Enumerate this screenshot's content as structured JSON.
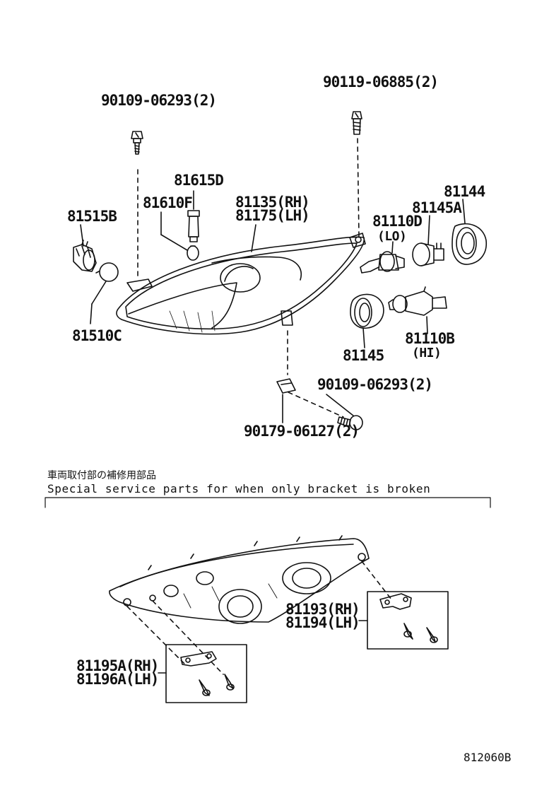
{
  "labels": {
    "bolt_top_left": "90109-06293(2)",
    "bolt_top_right": "90119-06885(2)",
    "bulb_81615d": "81615D",
    "socket_81610f": "81610F",
    "unit_rh": "81135(RH)",
    "unit_lh": "81175(LH)",
    "socket_81515b": "81515B",
    "bulb_81510c": "81510C",
    "cover_81144": "81144",
    "cap_81145a": "81145A",
    "bulb_lo_code": "81110D",
    "bulb_lo_note": "(LO)",
    "cover_81145": "81145",
    "bulb_hi_code": "81110B",
    "bulb_hi_note": "(HI)",
    "bolt_lower": "90109-06293(2)",
    "nut_lower": "90179-06127(2)",
    "bracket_upper_rh": "81193(RH)",
    "bracket_upper_lh": "81194(LH)",
    "bracket_lower_rh": "81195A(RH)",
    "bracket_lower_lh": "81196A(LH)",
    "figure_code": "812060B"
  },
  "service_note": {
    "japanese": "車両取付部の補修用部品",
    "english": "Special service parts for when only bracket is broken"
  }
}
